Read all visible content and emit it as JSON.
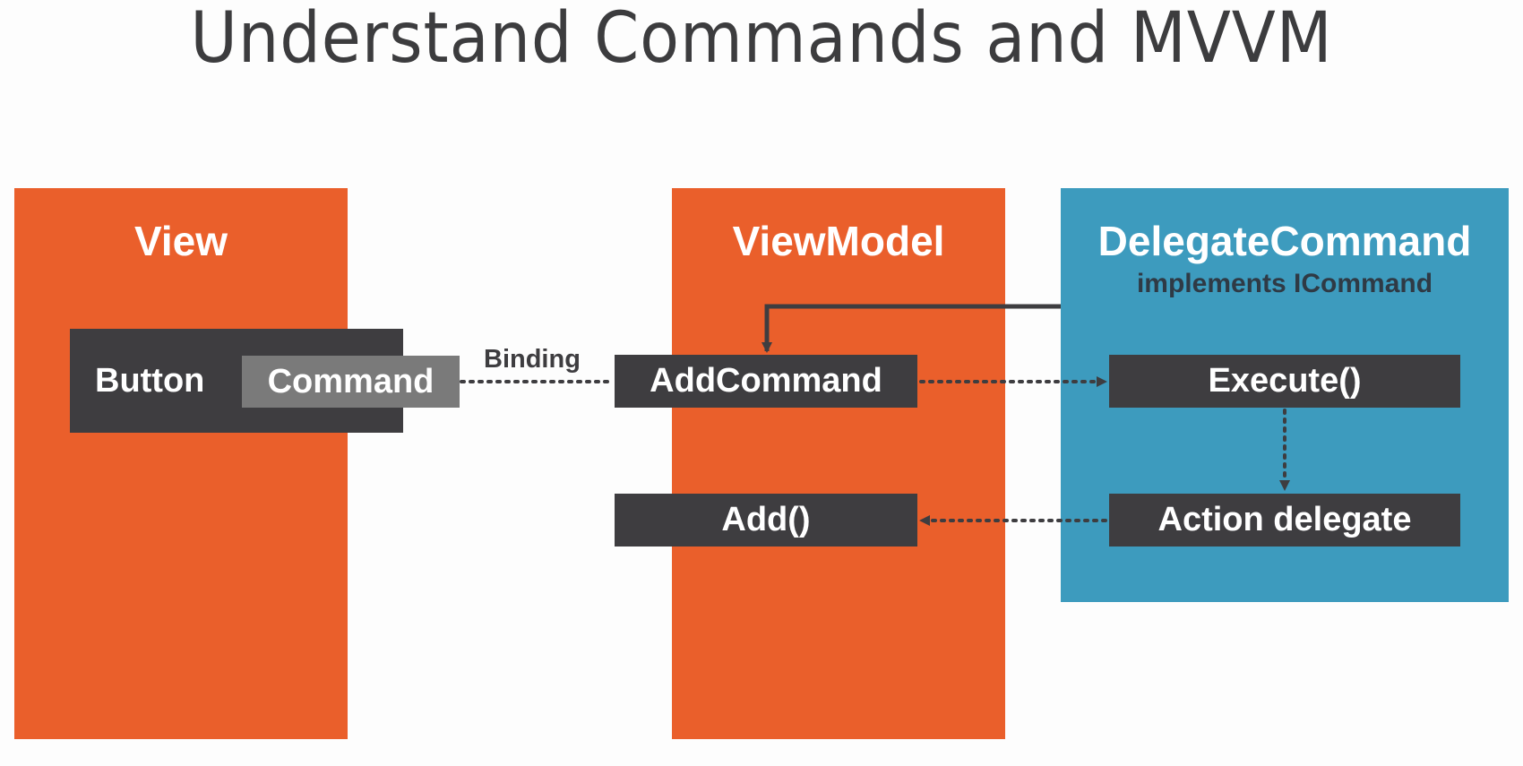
{
  "title": "Understand Commands and MVVM",
  "view": {
    "title": "View",
    "button_label": "Button",
    "command_label": "Command"
  },
  "viewmodel": {
    "title": "ViewModel",
    "add_command_label": "AddCommand",
    "add_label": "Add()"
  },
  "delegate_command": {
    "title": "DelegateCommand",
    "subtitle": "implements ICommand",
    "execute_label": "Execute()",
    "action_label": "Action delegate"
  },
  "binding_label": "Binding",
  "colors": {
    "orange": "#ea5f2b",
    "blue": "#3d9bbe",
    "dark_box": "#3e3d40",
    "grey_box": "#7a7a7a"
  }
}
